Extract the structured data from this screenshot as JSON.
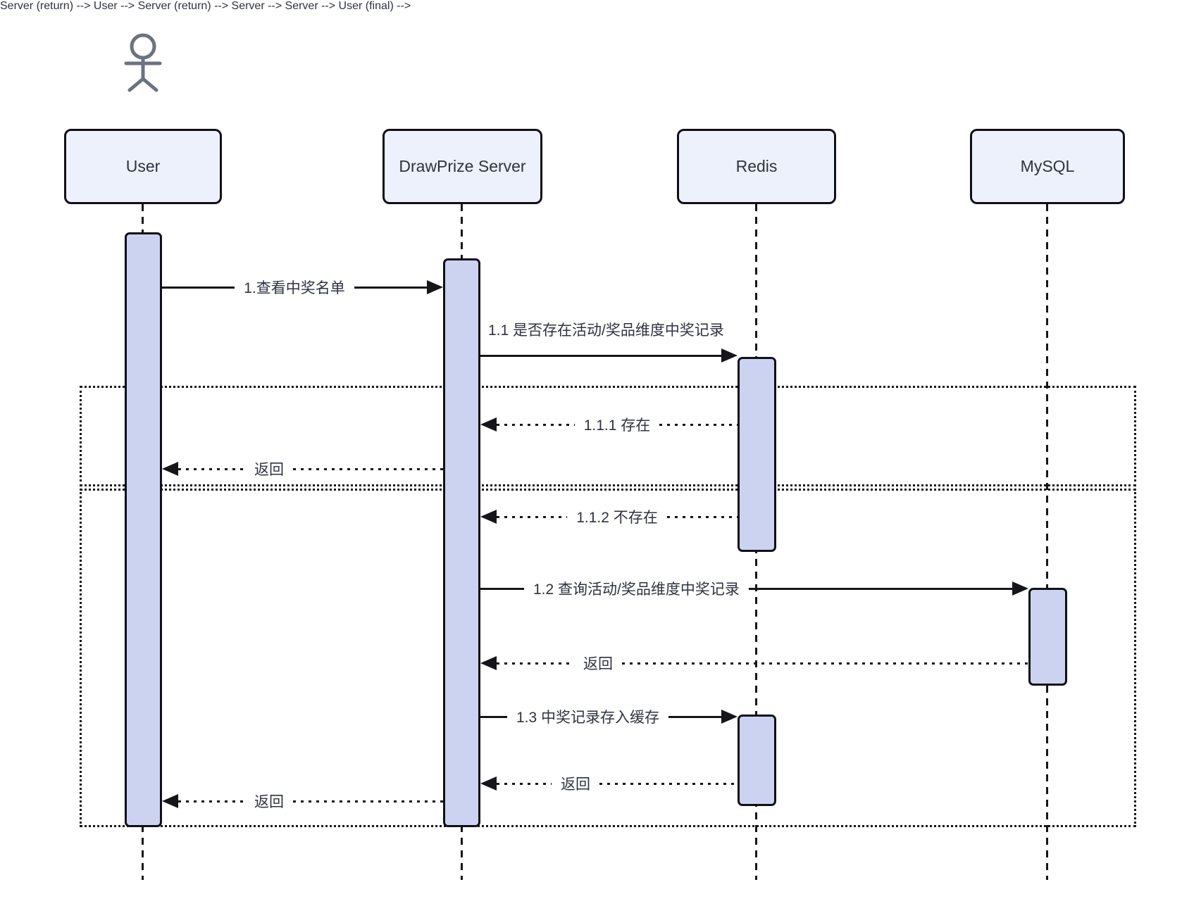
{
  "diagram": {
    "type": "uml-sequence-diagram",
    "actor": {
      "icon": "person-stick-figure",
      "attached_to": "User"
    },
    "participants": [
      {
        "label": "User"
      },
      {
        "label": "DrawPrize Server"
      },
      {
        "label": "Redis"
      },
      {
        "label": "MySQL"
      }
    ],
    "messages": [
      {
        "label": "1.查看中奖名单",
        "from": "User",
        "to": "DrawPrize Server",
        "line": "solid",
        "kind": "call"
      },
      {
        "label": "1.1 是否存在活动/奖品维度中奖记录",
        "from": "DrawPrize Server",
        "to": "Redis",
        "line": "solid",
        "kind": "call"
      },
      {
        "label": "1.1.1 存在",
        "from": "Redis",
        "to": "DrawPrize Server",
        "line": "dotted",
        "kind": "return"
      },
      {
        "label": "返回",
        "from": "DrawPrize Server",
        "to": "User",
        "line": "dotted",
        "kind": "return"
      },
      {
        "label": "1.1.2 不存在",
        "from": "Redis",
        "to": "DrawPrize Server",
        "line": "dotted",
        "kind": "return"
      },
      {
        "label": "1.2 查询活动/奖品维度中奖记录",
        "from": "DrawPrize Server",
        "to": "MySQL",
        "line": "solid",
        "kind": "call"
      },
      {
        "label": "返回",
        "from": "MySQL",
        "to": "DrawPrize Server",
        "line": "dotted",
        "kind": "return"
      },
      {
        "label": "1.3 中奖记录存入缓存",
        "from": "DrawPrize Server",
        "to": "Redis",
        "line": "solid",
        "kind": "call"
      },
      {
        "label": "返回",
        "from": "Redis",
        "to": "DrawPrize Server",
        "line": "dotted",
        "kind": "return"
      },
      {
        "label": "返回",
        "from": "DrawPrize Server",
        "to": "User",
        "line": "dotted",
        "kind": "return"
      }
    ],
    "frames": [
      {
        "purpose": "branch: record exists in cache"
      },
      {
        "purpose": "branch: record missing, query MySQL then cache"
      }
    ],
    "colors": {
      "background": "#ffffff",
      "participant_fill": "#edf1fb",
      "activation_fill": "#ccd3f1",
      "stroke": "#101016",
      "text": "#2f3240",
      "actor": "#6b7280"
    }
  }
}
